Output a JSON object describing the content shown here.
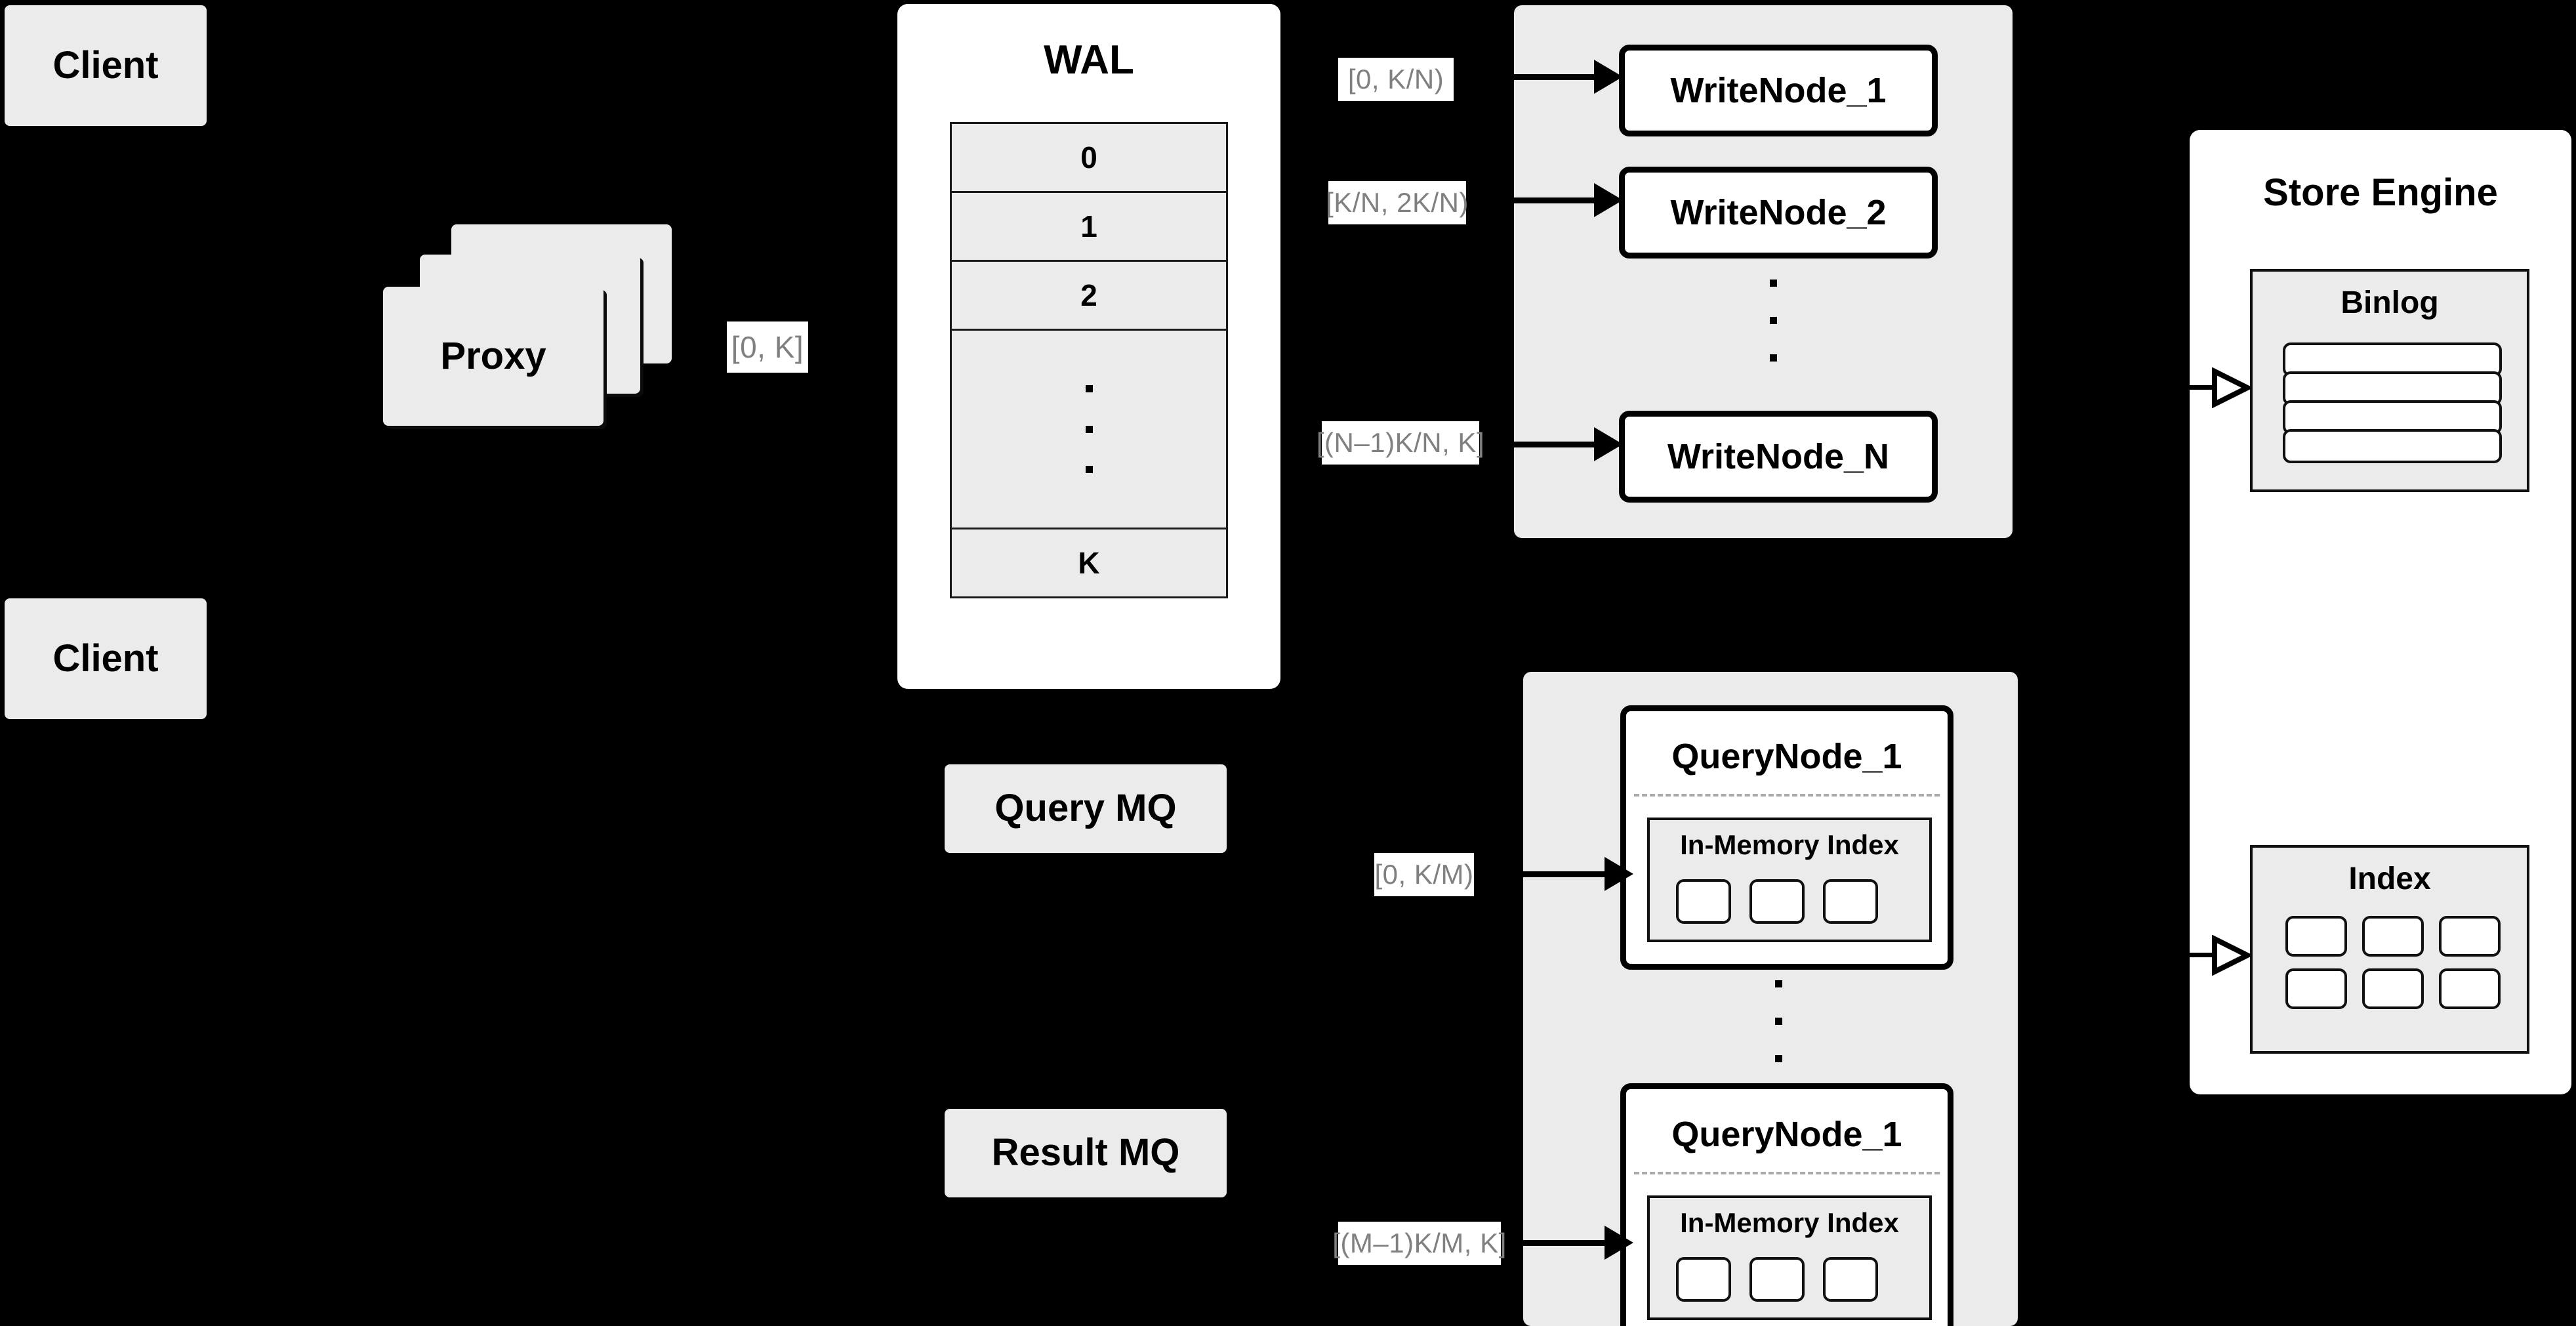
{
  "diagram": {
    "title": "Distributed Write/Query Architecture",
    "background_color": "#000000",
    "palette": {
      "card_fill": "#ebebeb",
      "container_fill": "#ffffff",
      "stroke": "#000000",
      "label_text": "#808080",
      "label_fill": "#ffffff",
      "dashed_separator": "#aaaaaa"
    }
  },
  "clients": [
    {
      "label": "Client"
    },
    {
      "label": "Client"
    }
  ],
  "proxy": {
    "label": "Proxy",
    "stack_count": 3,
    "outgoing_range_label": "[0, K]"
  },
  "wal": {
    "title": "WAL",
    "rows": [
      "0",
      "1",
      "2",
      "…",
      "K"
    ],
    "ellipsis_row_index": 3,
    "ellipsis_dot_count": 3
  },
  "write_cluster": {
    "nodes": [
      {
        "label": "WriteNode_1",
        "range_label": "[0,  K/N)"
      },
      {
        "label": "WriteNode_2",
        "range_label": "[K/N, 2K/N)"
      },
      {
        "label": "WriteNode_N",
        "range_label": "[(N–1)K/N,  K]"
      }
    ],
    "ellipsis_dot_count": 3
  },
  "message_queues": [
    {
      "label": "Query MQ"
    },
    {
      "label": "Result MQ"
    }
  ],
  "query_cluster": {
    "nodes": [
      {
        "label": "QueryNode_1",
        "range_label": "[0, K/M)",
        "index": {
          "title": "In-Memory Index",
          "cell_count": 3
        }
      },
      {
        "label": "QueryNode_1",
        "range_label": "[(M–1)K/M, K]",
        "index": {
          "title": "In-Memory Index",
          "cell_count": 3
        }
      }
    ],
    "ellipsis_dot_count": 3
  },
  "store_engine": {
    "title": "Store Engine",
    "binlog": {
      "title": "Binlog",
      "row_count": 4
    },
    "index": {
      "title": "Index",
      "rows": 2,
      "cols": 3,
      "cell_count": 6
    }
  },
  "icons": {
    "arrow_filled": "arrow-right-filled-icon",
    "arrow_open": "arrow-right-open-icon",
    "vertical_ellipsis": "vertical-ellipsis-icon"
  }
}
